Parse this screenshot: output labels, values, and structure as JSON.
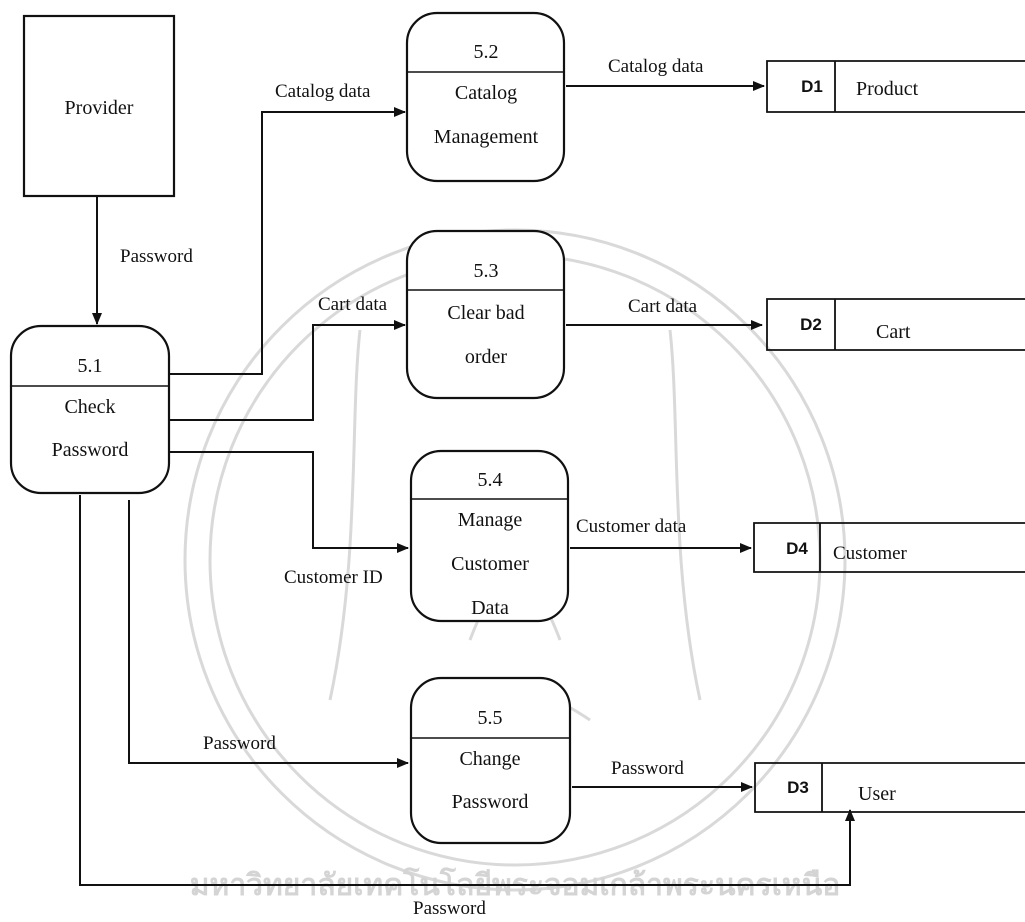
{
  "colors": {
    "line": "#111111",
    "background": "#ffffff",
    "watermark": "#d9d9d9"
  },
  "watermark": {
    "text": "มหาวิทยาลัยเทคโนโลยีพระจอมเกล้าพระนครเหนือ"
  },
  "entity": {
    "provider": "Provider"
  },
  "processes": {
    "p51": {
      "id": "5.1",
      "line1": "Check",
      "line2": "Password"
    },
    "p52": {
      "id": "5.2",
      "line1": "Catalog",
      "line2": "Management"
    },
    "p53": {
      "id": "5.3",
      "line1": "Clear bad",
      "line2": "order"
    },
    "p54": {
      "id": "5.4",
      "line1": "Manage",
      "line2": "Customer",
      "line3": "Data"
    },
    "p55": {
      "id": "5.5",
      "line1": "Change",
      "line2": "Password"
    }
  },
  "stores": {
    "d1": {
      "code": "D1",
      "name": "Product"
    },
    "d2": {
      "code": "D2",
      "name": "Cart"
    },
    "d4": {
      "code": "D4",
      "name": "Customer"
    },
    "d3": {
      "code": "D3",
      "name": "User"
    }
  },
  "flows": {
    "provider_to_51": "Password",
    "p51_to_52": "Catalog data",
    "p52_to_d1": "Catalog data",
    "p51_to_53": "Cart data",
    "p53_to_d2": "Cart data",
    "p51_to_54": "Customer ID",
    "p54_to_d4": "Customer data",
    "p51_to_55": "Password",
    "p55_to_d3": "Password",
    "p51_to_d3": "Password"
  }
}
